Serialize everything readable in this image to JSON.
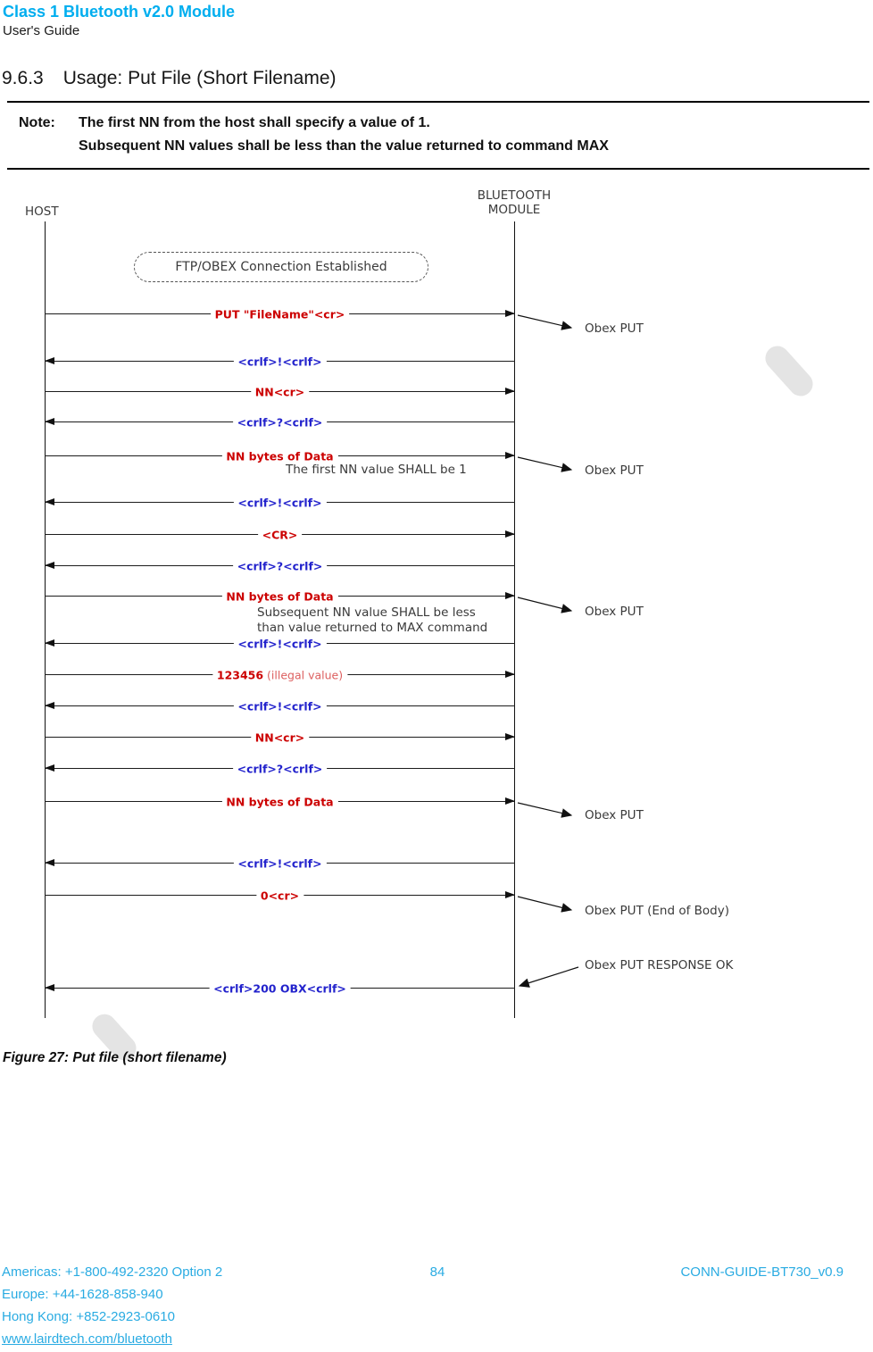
{
  "header": {
    "title": "Class 1 Bluetooth v2.0 Module",
    "subtitle": "User's Guide"
  },
  "section": {
    "number": "9.6.3",
    "title": "Usage: Put File (Short Filename)"
  },
  "note": {
    "label": "Note:",
    "line1": "The first NN from the host shall specify a value of 1.",
    "line2": "Subsequent NN values shall be less than the value returned to command MAX"
  },
  "diagram": {
    "actors": {
      "host": "HOST",
      "module_line1": "BLUETOOTH",
      "module_line2": "MODULE"
    },
    "precondition": "FTP/OBEX Connection Established",
    "colors": {
      "command_red": "#cc0000",
      "response_blue": "#2222cc",
      "accent_cyan": "#00aeef"
    },
    "messages": [
      {
        "label": "PUT \"FileName\"<cr>",
        "direction": "host-to-module",
        "color": "red"
      },
      {
        "label": "<crlf>!<crlf>",
        "direction": "module-to-host",
        "color": "blue"
      },
      {
        "label": "NN<cr>",
        "direction": "host-to-module",
        "color": "red"
      },
      {
        "label": "<crlf>?<crlf>",
        "direction": "module-to-host",
        "color": "blue"
      },
      {
        "label": "NN bytes of Data",
        "direction": "host-to-module",
        "color": "red"
      },
      {
        "label": "<crlf>!<crlf>",
        "direction": "module-to-host",
        "color": "blue"
      },
      {
        "label": "<CR>",
        "direction": "host-to-module",
        "color": "red"
      },
      {
        "label": "<crlf>?<crlf>",
        "direction": "module-to-host",
        "color": "blue"
      },
      {
        "label": "NN bytes of Data",
        "direction": "host-to-module",
        "color": "red"
      },
      {
        "label": "<crlf>!<crlf>",
        "direction": "module-to-host",
        "color": "blue"
      },
      {
        "label": "123456",
        "suffix": " (illegal value)",
        "direction": "host-to-module",
        "color": "red"
      },
      {
        "label": "<crlf>!<crlf>",
        "direction": "module-to-host",
        "color": "blue"
      },
      {
        "label": "NN<cr>",
        "direction": "host-to-module",
        "color": "red"
      },
      {
        "label": "<crlf>?<crlf>",
        "direction": "module-to-host",
        "color": "blue"
      },
      {
        "label": "NN bytes of Data",
        "direction": "host-to-module",
        "color": "red"
      },
      {
        "label": "<crlf>!<crlf>",
        "direction": "module-to-host",
        "color": "blue"
      },
      {
        "label": "0<cr>",
        "direction": "host-to-module",
        "color": "red"
      },
      {
        "label": "<crlf>200 OBX<crlf>",
        "direction": "module-to-host",
        "color": "blue"
      }
    ],
    "annotations": {
      "first_nn": "The first NN value SHALL be 1",
      "subsequent_line1": "Subsequent NN value SHALL be less",
      "subsequent_line2": "than value returned to MAX command"
    },
    "obex_labels": [
      "Obex PUT",
      "Obex PUT",
      "Obex PUT",
      "Obex PUT",
      "Obex PUT (End of Body)",
      "Obex PUT RESPONSE OK"
    ]
  },
  "figure_caption": "Figure 27: Put file (short filename)",
  "footer": {
    "contacts": [
      "Americas: +1-800-492-2320 Option 2",
      "Europe: +44-1628-858-940",
      "Hong Kong: +852-2923-0610"
    ],
    "link": "www.lairdtech.com/bluetooth",
    "page_number": "84",
    "doc_id": "CONN-GUIDE-BT730_v0.9"
  }
}
